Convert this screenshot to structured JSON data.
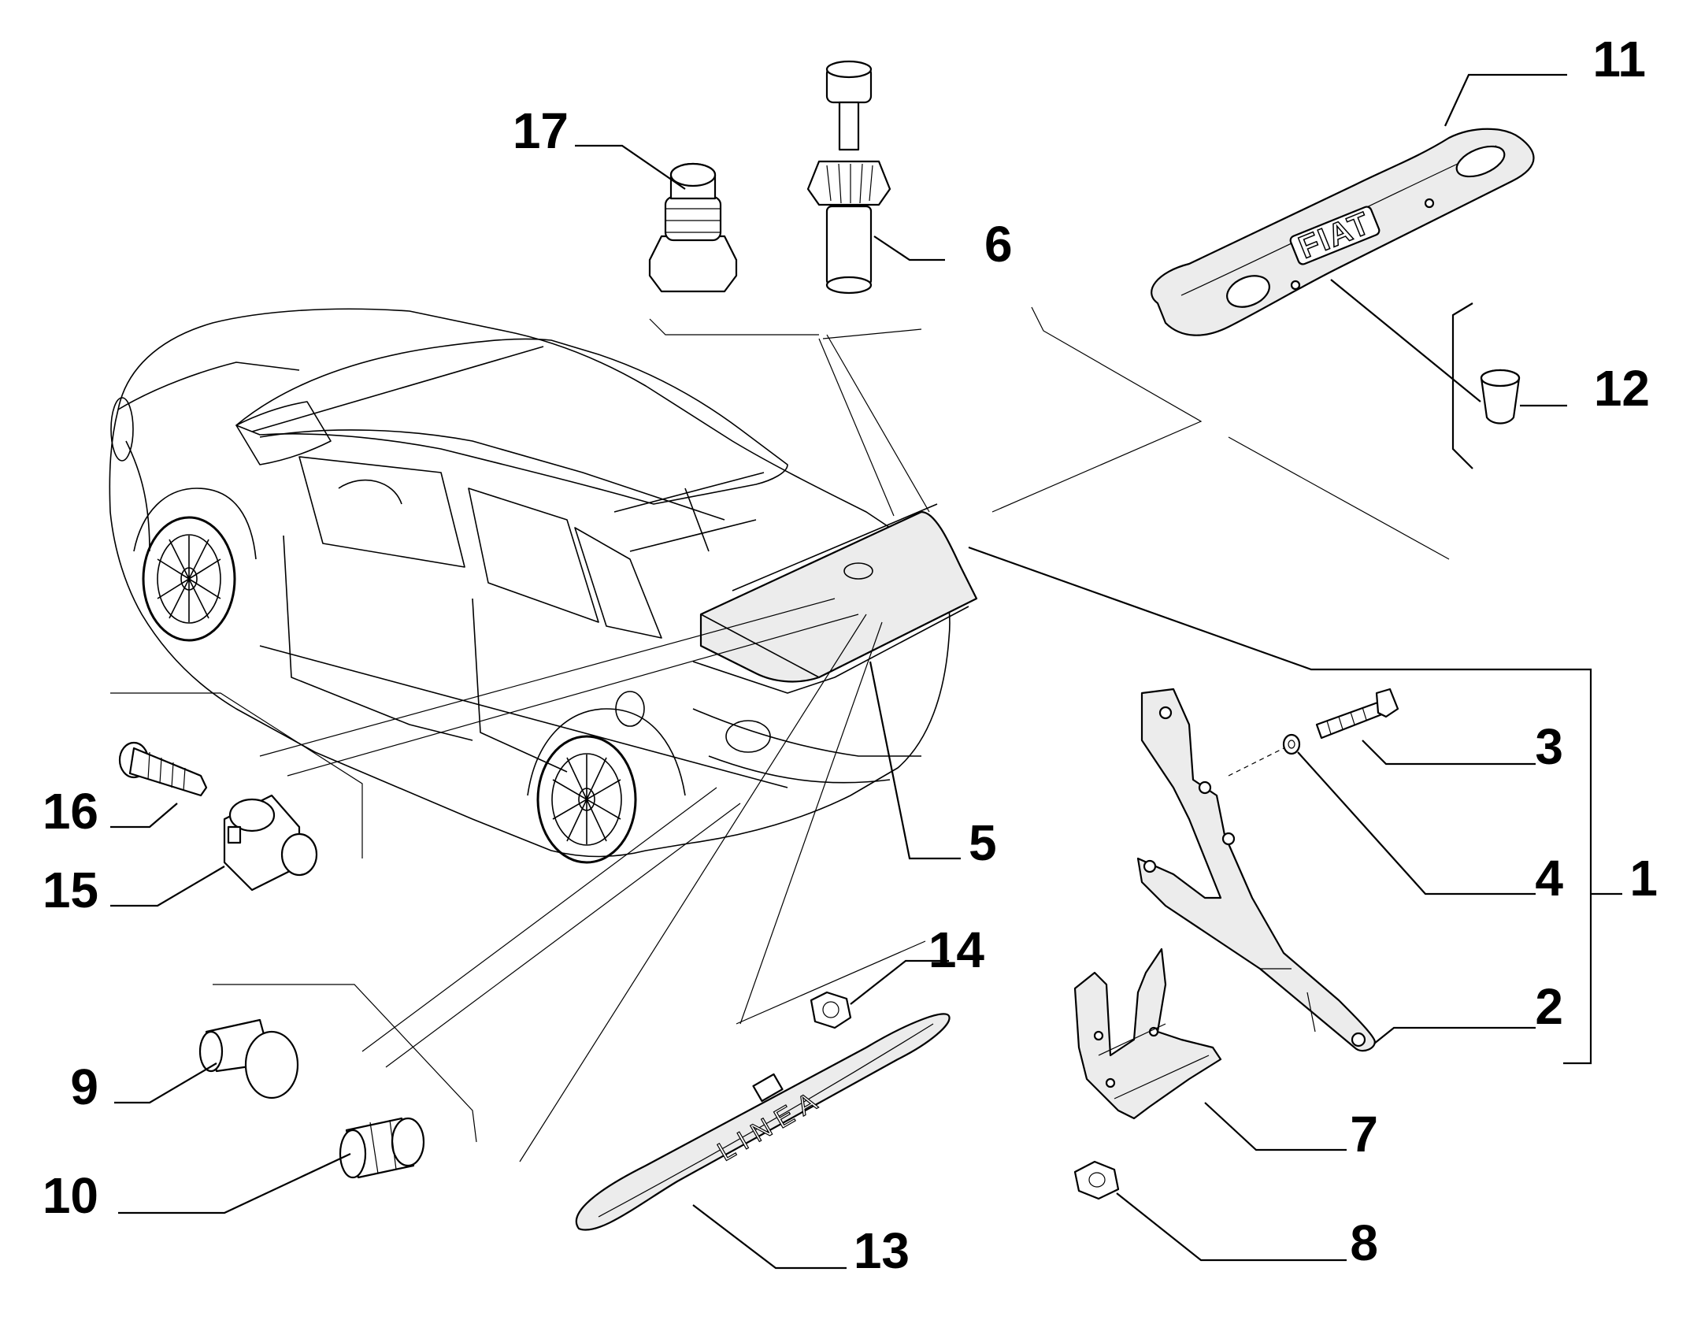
{
  "callouts": {
    "c1": "1",
    "c2": "2",
    "c3": "3",
    "c4": "4",
    "c5": "5",
    "c6": "6",
    "c7": "7",
    "c8": "8",
    "c9": "9",
    "c10": "10",
    "c11": "11",
    "c12": "12",
    "c13": "13",
    "c14": "14",
    "c15": "15",
    "c16": "16",
    "c17": "17"
  },
  "part_text": {
    "plate_logo": "FIAT",
    "spoiler_badge": "LINEA"
  }
}
